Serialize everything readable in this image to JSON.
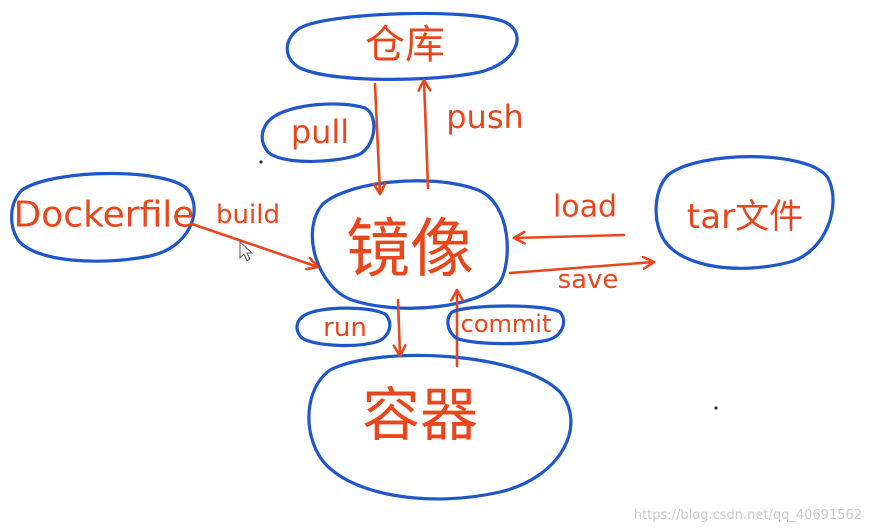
{
  "nodes": {
    "repository": "仓库",
    "image": "镜像",
    "container": "容器",
    "dockerfile": "Dockerfile",
    "tar_file": "tar文件"
  },
  "edges": {
    "pull": "pull",
    "push": "push",
    "build": "build",
    "load": "load",
    "save": "save",
    "run": "run",
    "commit": "commit"
  },
  "watermark": "https://blog.csdn.net/qq_40691562",
  "colors": {
    "outline": "#1f56c9",
    "ink": "#e8461c"
  }
}
